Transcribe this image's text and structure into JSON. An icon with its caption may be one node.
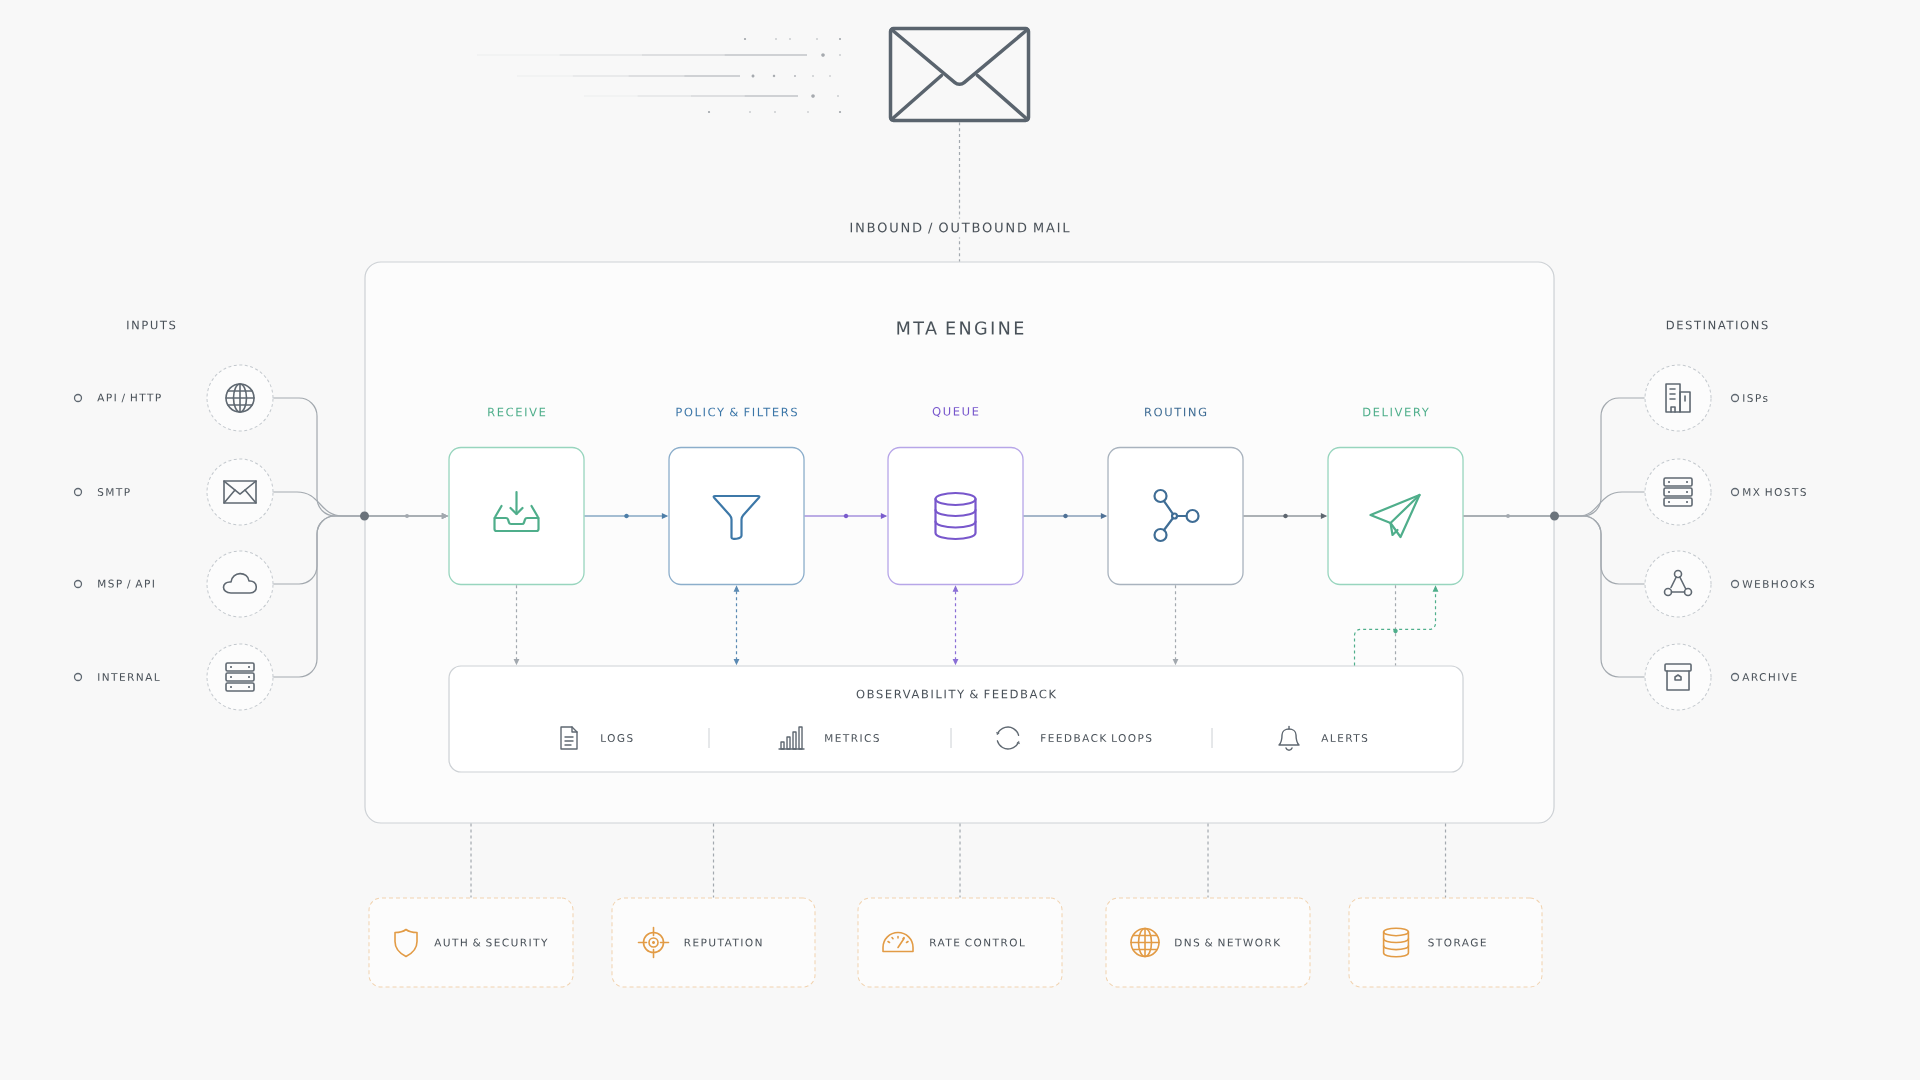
{
  "diagram": {
    "nodes": [
      {
        "text": [],
        "shape": "picture"
      },
      {
        "text": [
          "MTA ENGINE"
        ]
      },
      {
        "text": [
          "RECEIVE"
        ],
        "in": 1
      },
      {
        "text": [
          "POLICY & FILTERS"
        ],
        "in": 1
      },
      {
        "text": [
          "QUEUE"
        ],
        "in": 1
      },
      {
        "text": [
          "ROUTING"
        ],
        "in": 1
      },
      {
        "text": [
          "DELIVERY"
        ],
        "in": 1
      },
      {
        "text": [
          "OBSERVABILITY & FEEDBACK",
          "LOGS",
          "METRICS",
          "FEEDBACK LOOPS",
          "ALERTS"
        ],
        "in": 1
      },
      {
        "text": [],
        "shape": "circle"
      },
      {
        "text": [],
        "shape": "circle"
      },
      {
        "text": [],
        "shape": "circle"
      },
      {
        "text": [],
        "shape": "circle"
      },
      {
        "text": [],
        "shape": "circle",
        "beside": [
          "ISPs"
        ]
      },
      {
        "text": [],
        "shape": "circle",
        "beside": [
          "MX HOSTS"
        ]
      },
      {
        "text": [],
        "shape": "circle",
        "beside": [
          "WEBHOOKS"
        ]
      },
      {
        "text": [],
        "shape": "circle",
        "beside": [
          "ARCHIVE"
        ]
      },
      {
        "text": [
          "AUTH & SECURITY"
        ]
      },
      {
        "text": [
          "REPUTATION"
        ]
      },
      {
        "text": [
          "RATE CONTROL"
        ]
      },
      {
        "text": [
          "DNS & NETWORK"
        ]
      },
      {
        "text": [
          "STORAGE"
        ]
      }
    ],
    "edges": [
      {
        "from": 0,
        "to": 1,
        "arrow": "none",
        "style": "dashed",
        "label": "INBOUND / OUTBOUND MAIL"
      },
      {
        "from": 8,
        "to": 2,
        "arrow": "to"
      },
      {
        "from": 9,
        "to": 2,
        "arrow": "to"
      },
      {
        "from": 10,
        "to": 2,
        "arrow": "to"
      },
      {
        "from": 11,
        "to": 2,
        "arrow": "to"
      },
      {
        "from": 2,
        "to": 3,
        "arrow": "to",
        "color": "#4d7ea8"
      },
      {
        "from": 3,
        "to": 4,
        "arrow": "to",
        "color": "#7a5ccd"
      },
      {
        "from": 4,
        "to": 5,
        "arrow": "to",
        "color": "#4f7196"
      },
      {
        "from": 5,
        "to": 6,
        "arrow": "to",
        "color": "#5d666f"
      },
      {
        "from": 6,
        "to": 12,
        "arrow": "none"
      },
      {
        "from": 6,
        "to": 13,
        "arrow": "none"
      },
      {
        "from": 6,
        "to": 14,
        "arrow": "none"
      },
      {
        "from": 6,
        "to": 15,
        "arrow": "none"
      },
      {
        "from": 2,
        "to": 7,
        "arrow": "to",
        "style": "dashed"
      },
      {
        "from": 3,
        "to": 7,
        "arrow": "both",
        "style": "dashed",
        "color": "#5b8ab3"
      },
      {
        "from": 4,
        "to": 7,
        "arrow": "both",
        "style": "dashed",
        "color": "#8a6fd6"
      },
      {
        "from": 5,
        "to": 7,
        "arrow": "to",
        "style": "dashed"
      },
      {
        "from": 6,
        "to": 7,
        "arrow": "none",
        "style": "dashed"
      },
      {
        "from": 7,
        "to": 6,
        "arrow": "to",
        "style": "dashed",
        "color": "#4fae8b"
      },
      {
        "from": 1,
        "to": 16,
        "arrow": "none",
        "style": "dashed"
      },
      {
        "from": 1,
        "to": 17,
        "arrow": "none",
        "style": "dashed"
      },
      {
        "from": 1,
        "to": 18,
        "arrow": "none",
        "style": "dashed"
      },
      {
        "from": 1,
        "to": 19,
        "arrow": "none",
        "style": "dashed"
      },
      {
        "from": 1,
        "to": 20,
        "arrow": "none",
        "style": "dashed"
      }
    ],
    "labels": [
      "INPUTS",
      "DESTINATIONS",
      "API / HTTP",
      "SMTP",
      "MSP / API",
      "INTERNAL"
    ]
  }
}
